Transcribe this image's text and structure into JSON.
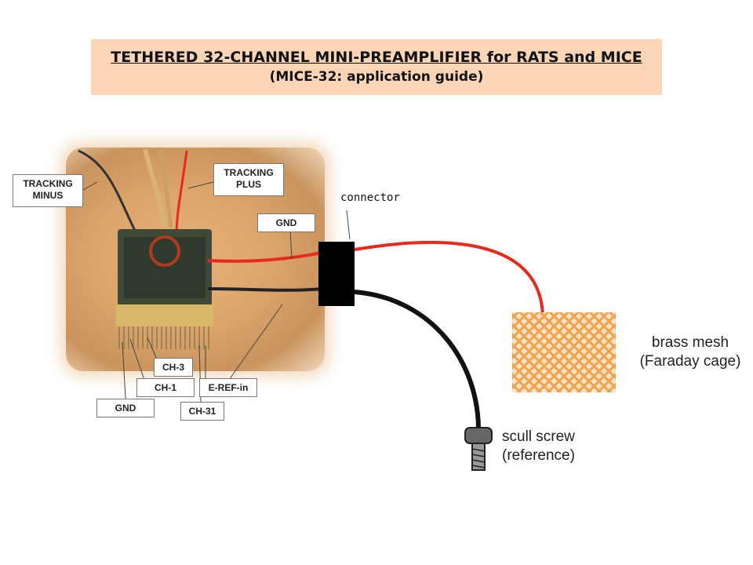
{
  "title": {
    "main": "TETHERED 32-CHANNEL MINI-PREAMPLIFIER for RATS and MICE",
    "subtitle": "(MICE-32: application guide)"
  },
  "callouts": {
    "tracking_minus": [
      "TRACKING",
      "MINUS"
    ],
    "tracking_plus": [
      "TRACKING",
      "PLUS"
    ],
    "gnd_top": "GND",
    "ch3": "CH-3",
    "ch1": "CH-1",
    "gnd_bottom": "GND",
    "ch31": "CH-31",
    "eref": "E-REF-in"
  },
  "labels": {
    "connector": "connector",
    "brass_mesh": [
      "brass mesh",
      "(Faraday cage)"
    ],
    "scull_screw": [
      "scull screw",
      "(reference)"
    ]
  },
  "colors": {
    "title_bg": "#fbd5b5",
    "red_wire": "#e8291c",
    "black_wire": "#111111",
    "mesh": "#f2a24a"
  }
}
